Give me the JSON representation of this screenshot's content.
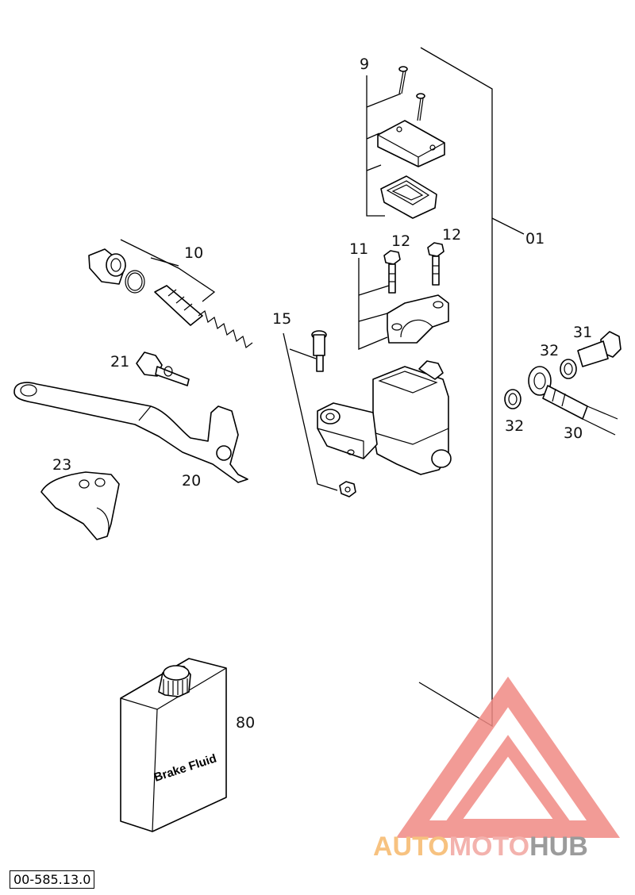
{
  "diagram": {
    "labels": {
      "l9": "9",
      "l01": "01",
      "l11": "11",
      "l12a": "12",
      "l12b": "12",
      "l10": "10",
      "l15": "15",
      "l21": "21",
      "l20": "20",
      "l23": "23",
      "l31": "31",
      "l32a": "32",
      "l32b": "32",
      "l30": "30",
      "l80": "80"
    },
    "bottle_text": "Brake Fluid",
    "drawing_code": "00-585.13.0"
  },
  "watermark": {
    "part1": "AUTO",
    "part2": "MOTO",
    "part3": "HUB",
    "colors": {
      "auto": "#f6b86a",
      "moto": "#f2a59f",
      "hub": "#8a8a8a",
      "triangle": "#f08a84"
    }
  }
}
